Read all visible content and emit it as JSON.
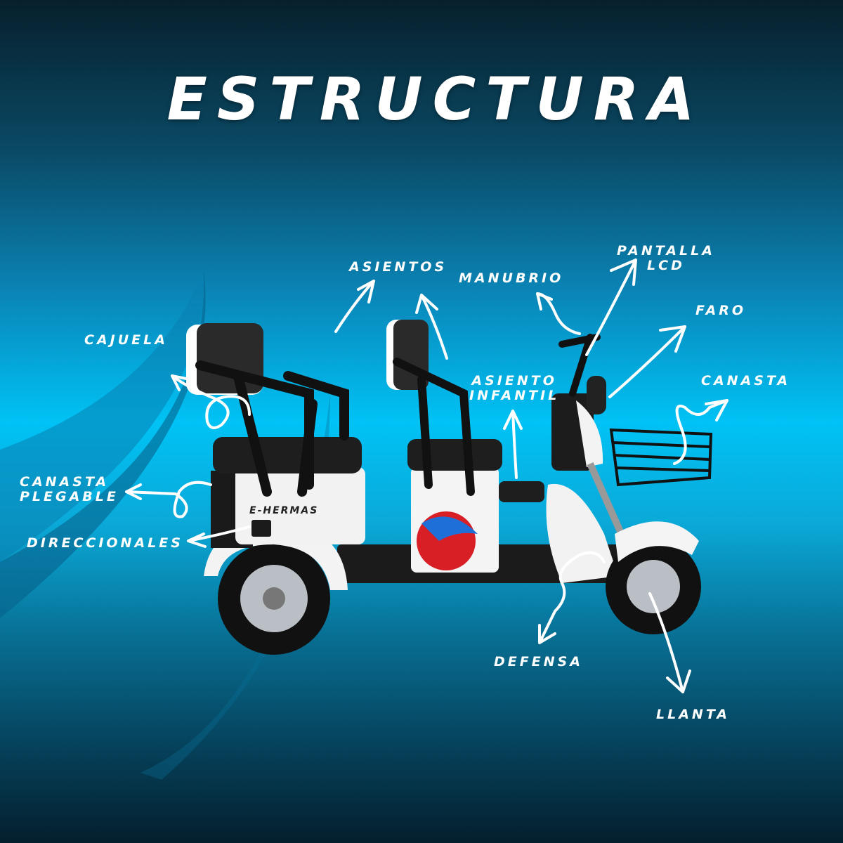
{
  "title": "ESTRUCTURA",
  "brand_on_vehicle": "E-HERMAS",
  "colors": {
    "background_mid": "#00c2f5",
    "background_dark": "#041f2d",
    "label": "#ffffff",
    "vehicle_body": "#ffffff",
    "seat": "#1e1e1e"
  },
  "labels": {
    "asientos": "ASIENTOS",
    "manubrio": "MANUBRIO",
    "pantalla_lcd": [
      "PANTALLA",
      "LCD"
    ],
    "faro": "FARO",
    "cajuela": "CAJUELA",
    "asiento_infantil": [
      "ASIENTO",
      "INFANTIL"
    ],
    "canasta": "CANASTA",
    "canasta_plegable": [
      "CANASTA",
      "PLEGABLE"
    ],
    "direccionales": "DIRECCIONALES",
    "defensa": "DEFENSA",
    "llanta": "LLANTA"
  }
}
